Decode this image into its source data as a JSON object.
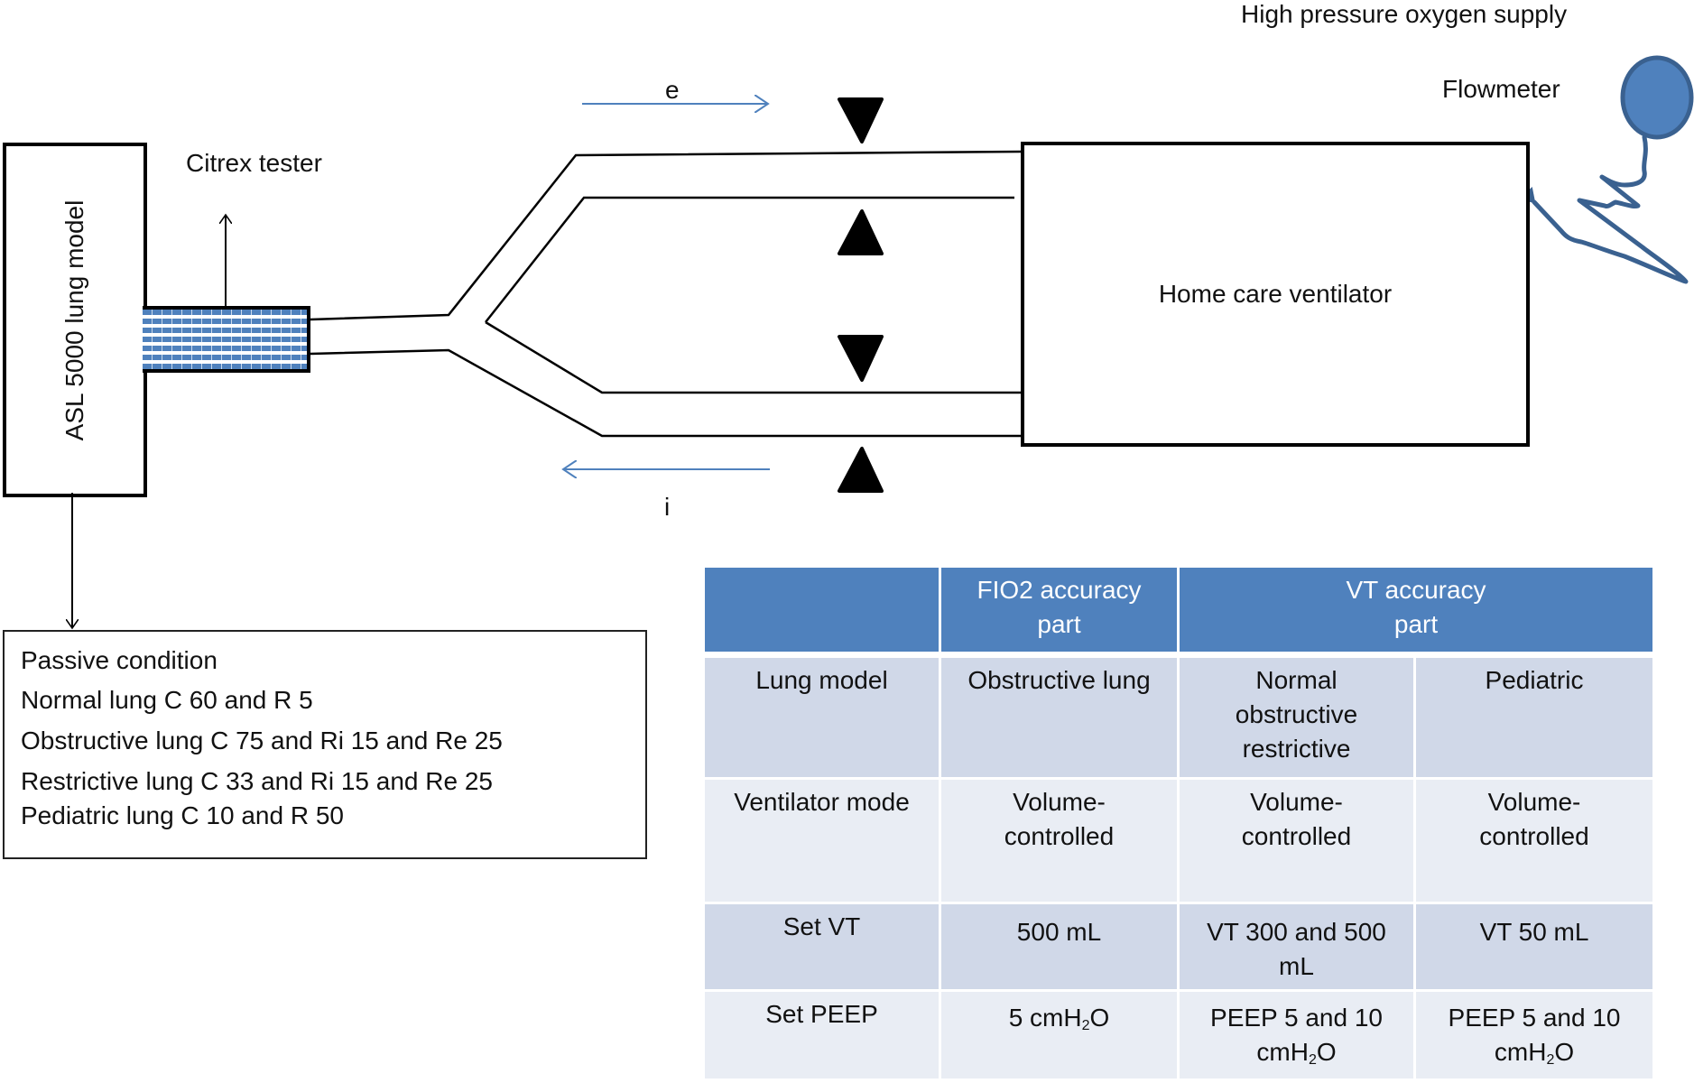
{
  "labels": {
    "oxygen_supply": "High pressure oxygen supply",
    "flowmeter": "Flowmeter",
    "citrex_tester": "Citrex tester",
    "asl_lung_model": "ASL 5000 lung model",
    "home_care_ventilator": "Home care ventilator",
    "expiratory_flow": "e",
    "inspiratory_flow": "i"
  },
  "colors": {
    "accent_blue": "#4F81BD",
    "oxygen_tube": "#3A6190",
    "table_header": "#4F81BD",
    "table_row_dark": "#D0D8E8",
    "table_row_light": "#E9EDF4"
  },
  "passive_conditions": [
    "Passive condition",
    "Normal lung C 60 and R 5",
    "Obstructive lung C 75 and Ri 15 and Re 25",
    "Restrictive lung C 33 and Ri 15 and Re 25",
    "Pediatric lung C 10 and R 50"
  ],
  "table": {
    "header": [
      "",
      "FIO2 accuracy part",
      "VT accuracy part"
    ],
    "rows": [
      {
        "label": "Lung model",
        "fio2": "Obstructive lung",
        "vt_normal": "Normal obstructive restrictive",
        "vt_pediatric": "Pediatric"
      },
      {
        "label": "Ventilator mode",
        "fio2": "Volume-controlled",
        "vt_normal": "Volume-controlled",
        "vt_pediatric": "Volume-controlled"
      },
      {
        "label": "Set VT",
        "fio2": "500 mL",
        "vt_normal": "VT 300 and 500 mL",
        "vt_pediatric": "VT 50 mL"
      },
      {
        "label": "Set PEEP",
        "fio2": "5 cmH2O",
        "vt_normal": "PEEP 5 and 10 cmH2O",
        "vt_pediatric": "PEEP 5 and 10 cmH2O"
      }
    ]
  }
}
